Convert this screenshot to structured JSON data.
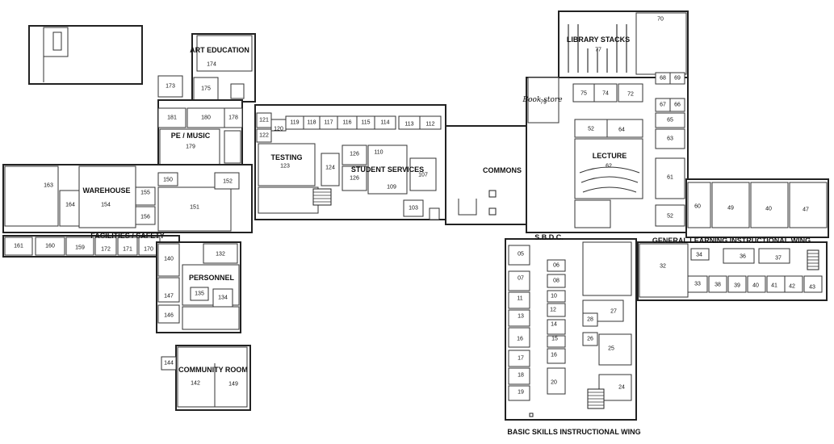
{
  "labels": {
    "art_education": "ART EDUCATION",
    "pe_music": "PE / MUSIC",
    "warehouse": "WAREHOUSE",
    "facilities_safety": "FACILITIES / SAFETY",
    "personnel": "PERSONNEL",
    "community_room": "COMMUNITY ROOM",
    "testing": "TESTING",
    "student_services": "STUDENT SERVICES",
    "commons": "COMMONS",
    "library_stacks": "LIBRARY STACKS",
    "book_store": "Book store",
    "lecture": "LECTURE",
    "sbdc": "S.B.D.C.",
    "general_learning_wing": "GENERAL LEARNING INSTRUCTIONAL WING",
    "basic_skills_wing": "BASIC SKILLS INSTRUCTIONAL WING"
  },
  "rooms": {
    "r174": "174",
    "r173": "173",
    "r175": "175",
    "r181": "181",
    "r180": "180",
    "r178": "178",
    "r179": "179",
    "r163": "163",
    "r164": "164",
    "r154": "154",
    "r155": "155",
    "r156": "156",
    "r150": "150",
    "r151": "151",
    "r152": "152",
    "r161": "161",
    "r160": "160",
    "r159": "159",
    "r172": "172",
    "r171": "171",
    "r170": "170",
    "r140": "140",
    "r132": "132",
    "r135": "135",
    "r134": "134",
    "r147": "147",
    "r146": "146",
    "r144": "144",
    "r142": "142",
    "r149": "149",
    "r121": "121",
    "r120": "120",
    "r122": "122",
    "r119": "119",
    "r118": "118",
    "r117": "117",
    "r116": "116",
    "r115": "115",
    "r114": "114",
    "r113": "113",
    "r112": "112",
    "r123": "123",
    "r124": "124",
    "r126a": "126",
    "r126b": "126",
    "r110": "110",
    "r109": "109",
    "r107": "107",
    "r103": "103",
    "r70": "70",
    "r77": "77",
    "r75": "75",
    "r74": "74",
    "r72": "72",
    "r79": "79",
    "r68": "68",
    "r69": "69",
    "r67": "67",
    "r66": "66",
    "r65": "65",
    "r63": "63",
    "r61": "61",
    "r52a": "52",
    "r64": "64",
    "r62": "62",
    "r52b": "52",
    "r60": "60",
    "r49": "49",
    "r40": "40",
    "r47": "47",
    "r32": "32",
    "r34": "34",
    "r36": "36",
    "r37": "37",
    "r33": "33",
    "r38": "38",
    "r39": "39",
    "r40b": "40",
    "r41": "41",
    "r42": "42",
    "r43": "43",
    "r05": "05",
    "r06": "06",
    "r07": "07",
    "r08": "08",
    "r10": "10",
    "r11": "11",
    "r12": "12",
    "r13": "13",
    "r14": "14",
    "r15": "15",
    "r16": "16",
    "r17": "17",
    "r18": "18",
    "r19": "19",
    "r20": "20",
    "r27": "27",
    "r28": "28",
    "r26": "26",
    "r25": "25",
    "r24": "24"
  }
}
